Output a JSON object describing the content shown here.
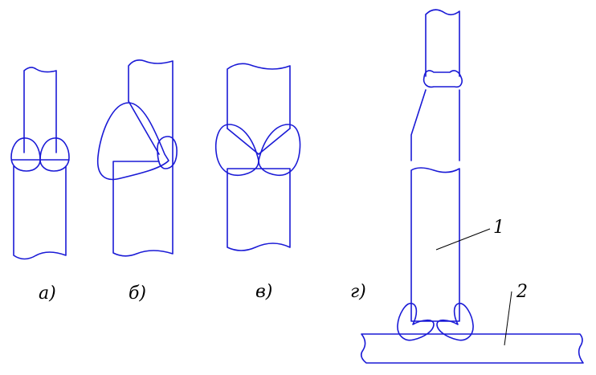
{
  "figure": {
    "line_color": "#1a1ad6",
    "text_color": "#000000",
    "captions": {
      "a": "а)",
      "b": "б)",
      "v": "в)",
      "g": "г)"
    },
    "callouts": {
      "one": "1",
      "two": "2"
    }
  }
}
